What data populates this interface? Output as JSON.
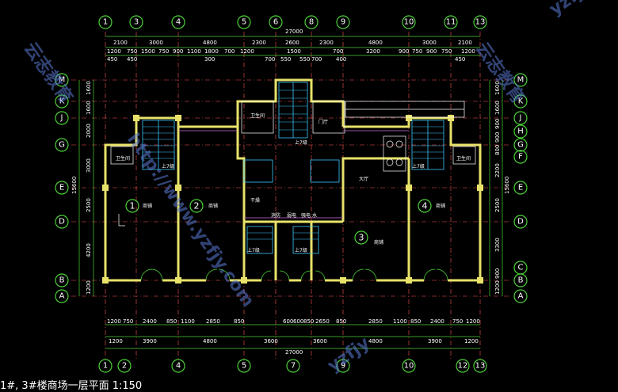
{
  "drawing": {
    "title": "1#, 3#楼商场一层平面  1:150",
    "total_width_top": "27000",
    "total_width_bottom": "27000",
    "total_height_left": "15600",
    "total_height_right": "15600"
  },
  "top_axes": [
    "1",
    "3",
    "4",
    "5",
    "6",
    "8",
    "9",
    "10",
    "11",
    "13"
  ],
  "bottom_axes": [
    "1",
    "2",
    "4",
    "5",
    "7",
    "9",
    "10",
    "12",
    "13"
  ],
  "left_axes": [
    "M",
    "K",
    "J",
    "G",
    "E",
    "D",
    "B",
    "A"
  ],
  "right_axes": [
    "M",
    "K",
    "J",
    "H",
    "G",
    "F",
    "E",
    "D",
    "C",
    "B",
    "A"
  ],
  "top_dims_row1": [
    "2100",
    "3000",
    "4800",
    "2300",
    "2600",
    "2300",
    "4800",
    "3000",
    "2100"
  ],
  "top_dims_row2": [
    "1200",
    "750",
    "1500",
    "750",
    "900",
    "1100",
    "1800",
    "700",
    "1200",
    "1500",
    "700",
    "3200",
    "900",
    "750",
    "900",
    "750",
    "1200"
  ],
  "top_dims_row3": [
    "450",
    "450",
    "300",
    "700",
    "550",
    "550",
    "700",
    "400",
    "450"
  ],
  "bottom_dims_row1": [
    "1200",
    "750",
    "2400",
    "850",
    "1100",
    "2850",
    "850",
    "600",
    "600",
    "850",
    "2650",
    "850",
    "2850",
    "1100",
    "850",
    "2400",
    "750",
    "1200"
  ],
  "bottom_dims_row2": [
    "1200",
    "3900",
    "4800",
    "3600",
    "3600",
    "4800",
    "3900",
    "1200"
  ],
  "left_dims": [
    "1600",
    "1600",
    "2000",
    "3000",
    "2500",
    "4200",
    "1200"
  ],
  "right_dims": [
    "1600",
    "1600",
    "900",
    "900",
    "800",
    "2200",
    "2500",
    "3300",
    "900",
    "1200"
  ],
  "rooms": [
    {
      "num": "1",
      "label": "商铺"
    },
    {
      "num": "2",
      "label": "商铺"
    },
    {
      "num": "3",
      "label": "商铺"
    },
    {
      "num": "4",
      "label": "商铺"
    }
  ],
  "room_labels": {
    "wc_left": "卫生间",
    "wc_right": "卫生间",
    "wc_center": "卫生间",
    "stair_up_left": "上7级",
    "stair_up_right": "上7级",
    "stair_up_center": "上7级",
    "stair_up_bl": "上7级",
    "stair_up_br": "上7级",
    "hall": "门厅",
    "lobby": "大厅",
    "dry": "干燥",
    "fire": "消防",
    "power": "弱电",
    "elec": "强电",
    "water": "水"
  },
  "watermark": {
    "url": "http://www.yzfjy.com",
    "brand": "云志教育",
    "short": "yzfjy"
  },
  "colors": {
    "background": "#000000",
    "wall": "#e8e26a",
    "grid_line": "#ff5555",
    "dim_line": "#4cd137",
    "stairs": "#3ec9ff",
    "fixtures": "#ffffff",
    "accent_magenta": "#d96ee0",
    "watermark": "#5b7bd6"
  }
}
